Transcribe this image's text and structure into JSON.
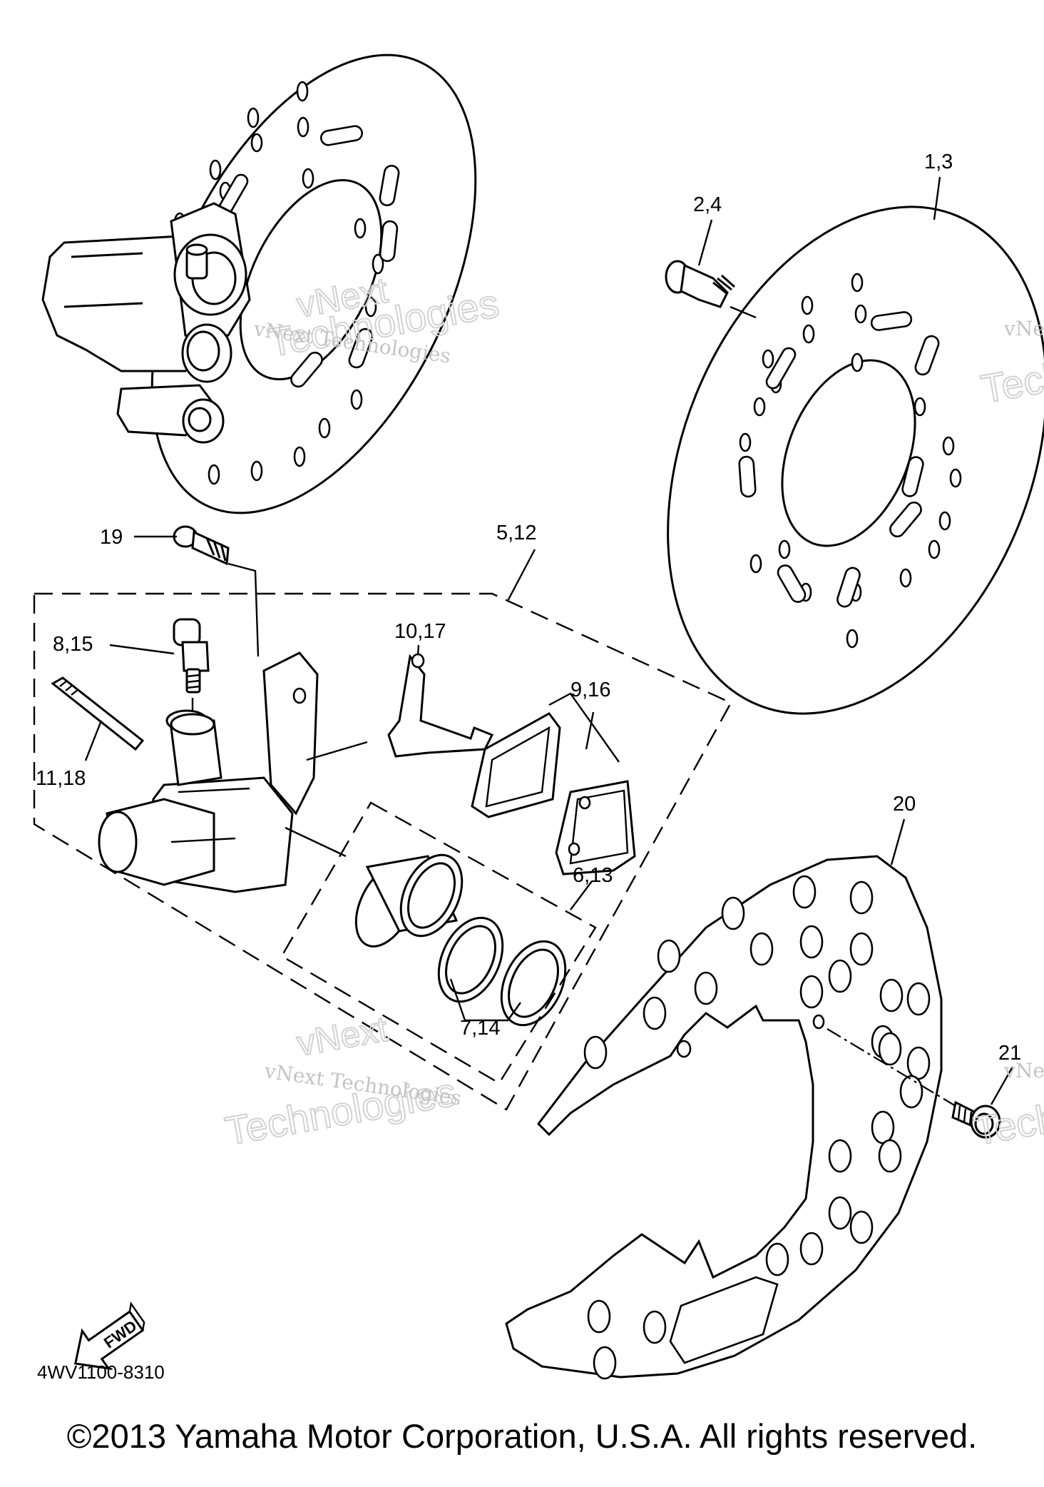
{
  "diagram": {
    "code": "4WV1100-8310",
    "copyright": "©2013 Yamaha Motor Corporation, U.S.A. All rights reserved.",
    "fwd_label": "FWD",
    "watermark": {
      "line1": "vNext Technologies",
      "line2": "vNext",
      "line3": "Technologies"
    },
    "callouts": {
      "disc": "1,3",
      "disc_bolt": "2,4",
      "caliper_pad_kit": "5,12",
      "pad_set": "6,13",
      "seal_kit": "7,14",
      "bleed_screw": "8,15",
      "pad_a": "9,16",
      "pad_support": "10,17",
      "pin": "11,18",
      "caliper_bolt": "19",
      "protector": "20",
      "protector_bolt": "21"
    }
  }
}
